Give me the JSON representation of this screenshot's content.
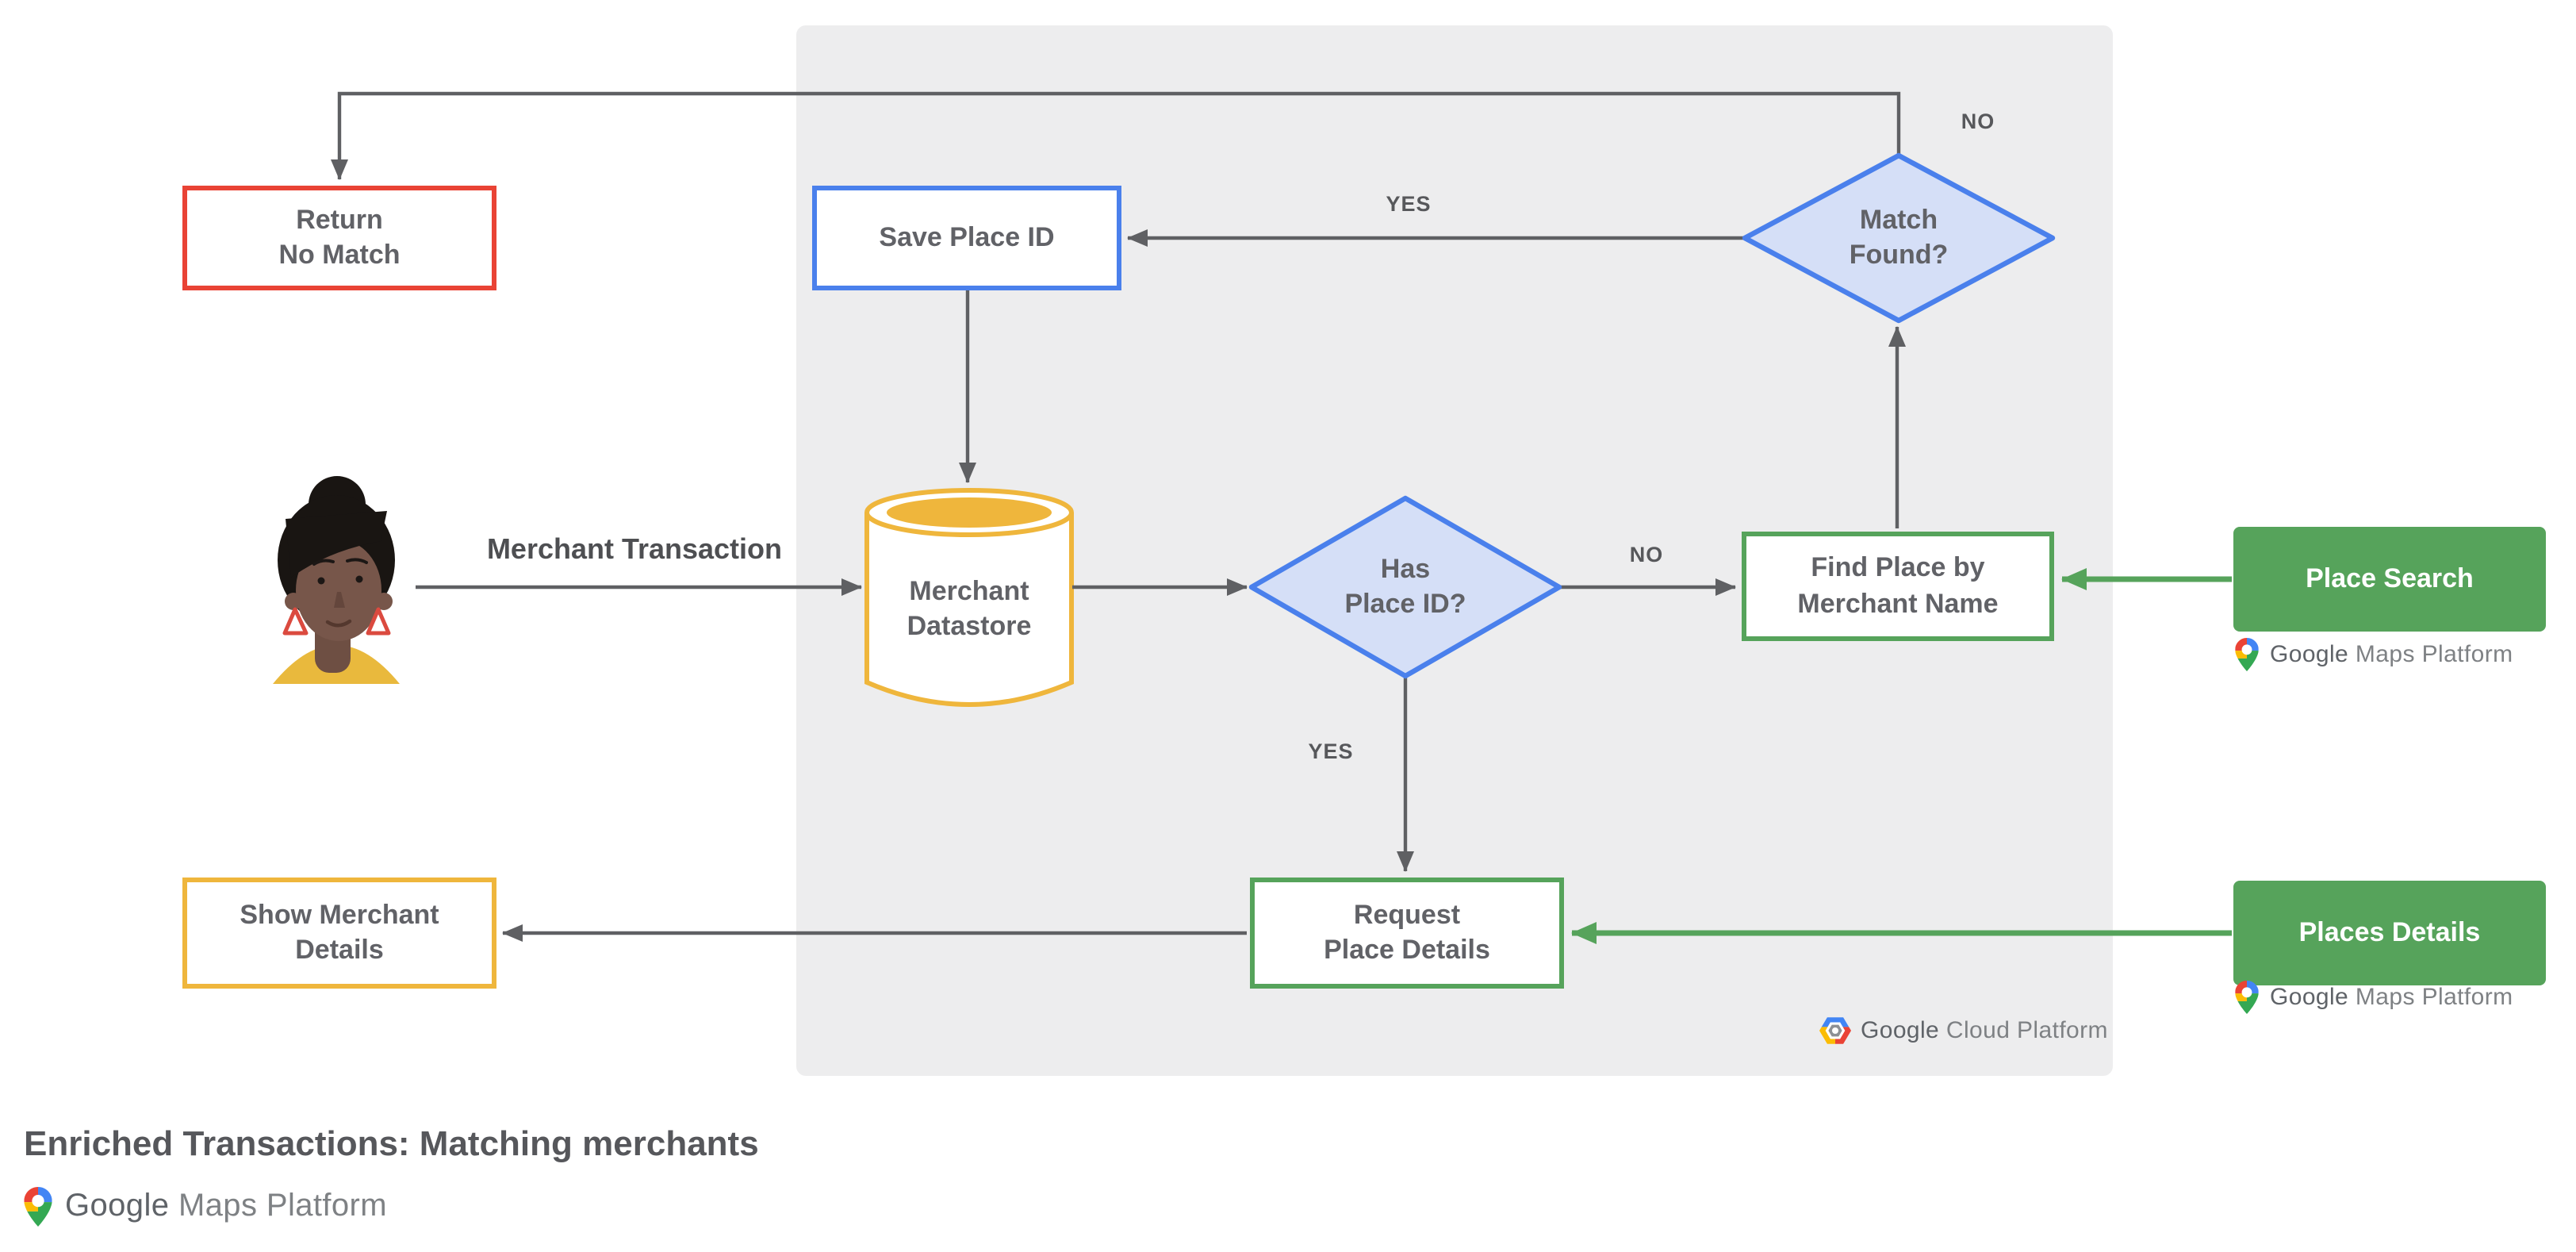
{
  "theme": {
    "panel": "#EDEDEE",
    "stroke": "#5F6063",
    "text": "#616267",
    "textDark": "#4E4F52",
    "red": "#E94335",
    "blue": "#4A80EC",
    "blueFill": "#D5DFF7",
    "gold": "#EFB63C",
    "green": "#56A35B",
    "logoPrimary": "#5F6368",
    "logoSecondary": "#7E8184"
  },
  "nodes": {
    "return_no_match": "Return\nNo Match",
    "save_place_id": "Save Place ID",
    "match_found": "Match\nFound?",
    "merchant_datastore": "Merchant\nDatastore",
    "has_place_id": "Has\nPlace ID?",
    "find_place_by_merchant_name": "Find Place by\nMerchant Name",
    "place_search": "Place Search",
    "request_place_details": "Request\nPlace Details",
    "places_details": "Places Details",
    "show_merchant_details": "Show Merchant\nDetails"
  },
  "edge_labels": {
    "match_found_no": "NO",
    "match_found_yes": "YES",
    "has_place_id_no": "NO",
    "has_place_id_yes": "YES",
    "merchant_transaction": "Merchant Transaction"
  },
  "logos": {
    "gmp_word1": "Google",
    "gmp_word2": "Maps Platform",
    "gcp_word1": "Google",
    "gcp_word2": "Cloud Platform"
  },
  "footer": {
    "title": "Enriched Transactions: Matching merchants"
  }
}
